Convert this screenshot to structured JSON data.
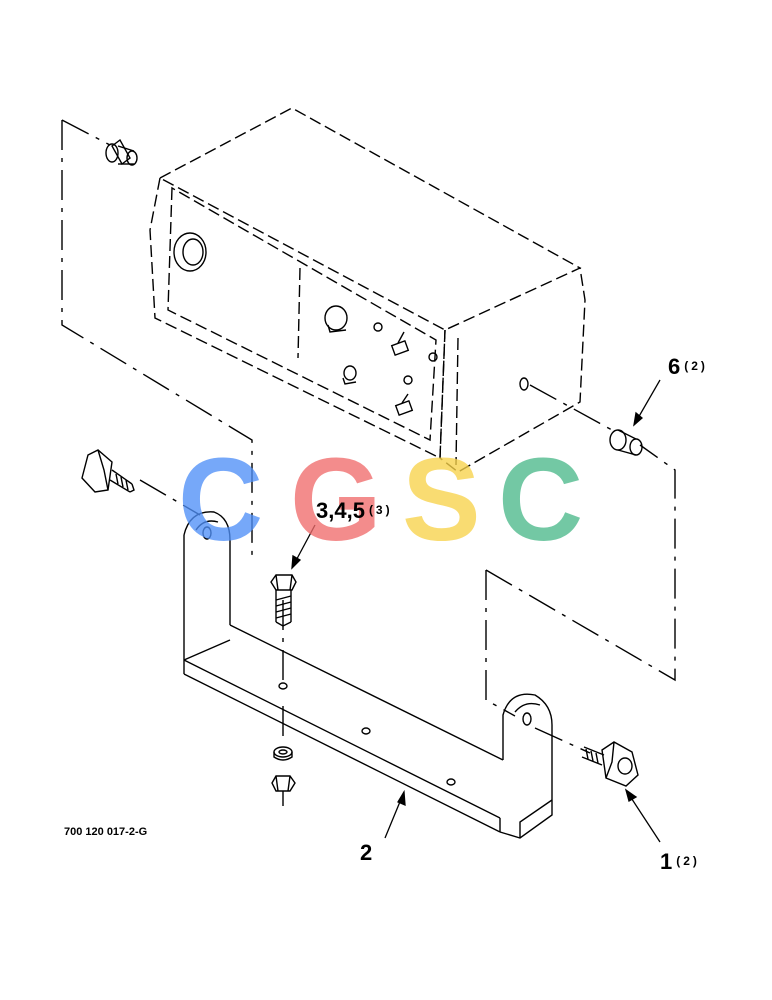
{
  "drawing_number": "700 120 017-2-G",
  "callouts": {
    "c1": {
      "number": "1",
      "qty": "(2)"
    },
    "c2": {
      "number": "2",
      "qty": ""
    },
    "c345": {
      "number": "3,4,5",
      "qty": "(3)"
    },
    "c6": {
      "number": "6",
      "qty": "(2)"
    }
  },
  "watermark": {
    "text": "CGSC",
    "letters": [
      "C",
      "G",
      "S",
      "C"
    ],
    "colors": [
      "#4f8ff7",
      "#ef6b6b",
      "#f7d24a",
      "#4cb88a"
    ]
  }
}
